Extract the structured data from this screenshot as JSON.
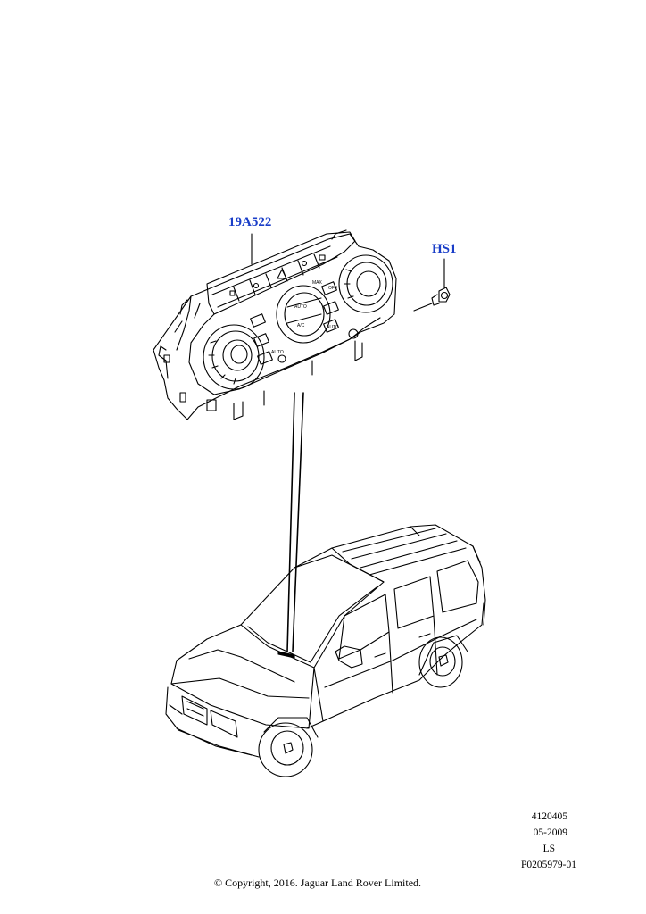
{
  "callouts": {
    "part1": "19A522",
    "part2": "HS1"
  },
  "panel_labels": {
    "auto_left": "AUTO",
    "auto_center": "AUTO",
    "ac": "A/C",
    "auto_right": "AUTO",
    "max": "MAX",
    "off": "OFF"
  },
  "reference": {
    "line1": "4120405",
    "line2": "05-2009",
    "line3": "LS",
    "line4": "P0205979-01"
  },
  "copyright": "© Copyright, 2016. Jaguar Land Rover Limited.",
  "colors": {
    "callout": "#1a3ec8",
    "line": "#000000"
  },
  "icons": [
    "climate-control-panel-icon",
    "screw-icon",
    "vehicle-icon"
  ]
}
